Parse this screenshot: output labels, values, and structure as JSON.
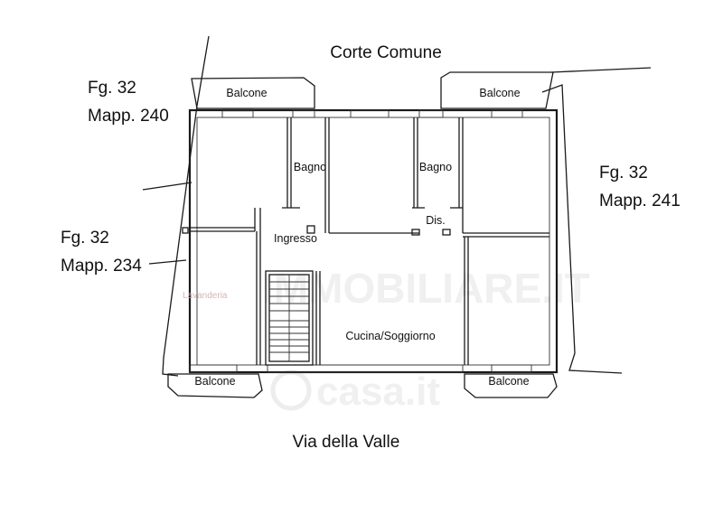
{
  "labels": {
    "corte_comune": "Corte Comune",
    "via_della_valle": "Via della Valle",
    "parcel_240_fg": "Fg. 32",
    "parcel_240_mapp": "Mapp. 240",
    "parcel_241_fg": "Fg. 32",
    "parcel_241_mapp": "Mapp. 241",
    "parcel_234_fg": "Fg. 32",
    "parcel_234_mapp": "Mapp. 234"
  },
  "rooms": {
    "balcone_top_left": "Balcone",
    "balcone_top_right": "Balcone",
    "balcone_bottom_left": "Balcone",
    "balcone_bottom_right": "Balcone",
    "bagno_left": "Bagno",
    "bagno_right": "Bagno",
    "disimpegno": "Dis.",
    "ingresso": "Ingresso",
    "cucina_soggiorno": "Cucina/Soggiorno",
    "lavanderia": "Lavanderia"
  },
  "watermark": {
    "agency": "IMMOBILIARE.IT",
    "site": "casa.it"
  }
}
